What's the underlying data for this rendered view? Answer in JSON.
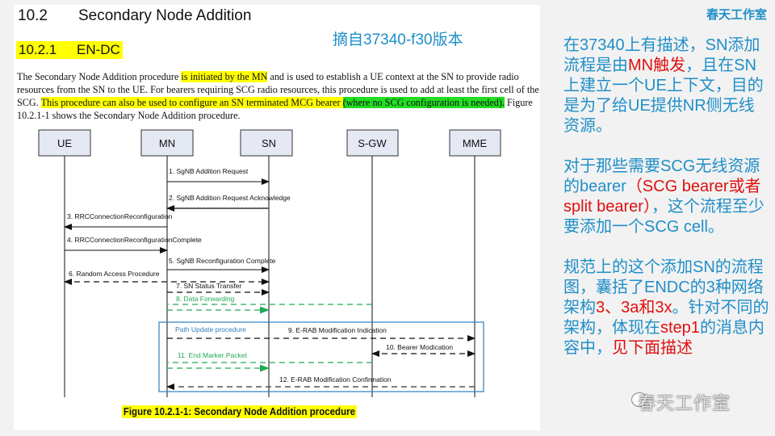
{
  "document": {
    "section_number": "10.2",
    "section_title": "Secondary Node Addition",
    "subsection_number": "10.2.1",
    "subsection_title": "EN-DC",
    "source_note": "摘自37340-f30版本",
    "paragraph": {
      "seg1": "The Secondary Node Addition procedure ",
      "seg2_highlight": "is initiated by the MN",
      "seg3": " and is used to establish a UE context at the SN to provide radio resources from the SN to the UE. For bearers requiring SCG radio resources, this procedure is used to add at least the first cell of the SCG. ",
      "seg4_highlight": "This procedure can also be used to configure an SN terminated MCG bearer ",
      "seg5_green": "(where no SCG configuration is needed).",
      "seg6": " Figure 10.2.1-1 shows the Secondary Node Addition procedure."
    },
    "figure_caption": "Figure 10.2.1-1: Secondary Node Addition procedure"
  },
  "diagram": {
    "entities": [
      "UE",
      "MN",
      "SN",
      "S-GW",
      "MME"
    ],
    "messages": [
      {
        "label": "1. SgNB Addition Request",
        "from": "MN",
        "to": "SN",
        "style": "solid"
      },
      {
        "label": "2. SgNB Addition Request Acknowledge",
        "from": "SN",
        "to": "MN",
        "style": "solid-gray"
      },
      {
        "label": "3. RRCConnectionReconfiguration",
        "from": "MN",
        "to": "UE",
        "style": "solid"
      },
      {
        "label": "4. RRCConnectionReconfigurationComplete",
        "from": "UE",
        "to": "MN",
        "style": "solid"
      },
      {
        "label": "5. SgNB Reconfiguration Complete",
        "from": "MN",
        "to": "SN",
        "style": "solid"
      },
      {
        "label": "6. Random Access Procedure",
        "from": "UE",
        "to": "SN",
        "style": "dashed-bidirectional"
      },
      {
        "label": "7. SN Status Transfer",
        "from": "MN",
        "to": "SN",
        "style": "dashed"
      },
      {
        "label": "8. Data Forwarding",
        "from": "S-GW",
        "to": "SN",
        "style": "dashed-green"
      },
      {
        "label": "9. E-RAB  Modification Indication",
        "from": "MN",
        "to": "MME",
        "style": "dashed"
      },
      {
        "label": "10. Bearer Modication",
        "from": "S-GW",
        "to": "MME",
        "style": "dashed-bidirectional"
      },
      {
        "label": "11. End Marker Packet",
        "from": "S-GW",
        "to": "SN",
        "style": "dashed-green"
      },
      {
        "label": "12. E-RAB Modification Confirmation",
        "from": "MME",
        "to": "MN",
        "style": "dashed"
      }
    ],
    "group_label": "Path Update procedure"
  },
  "sidebar": {
    "brand": "春天工作室",
    "note1": {
      "a": "在37340上有描述，SN添加流程是由",
      "b_red": "MN触发",
      "c": "，且在SN上建立一个UE上下文，目的是为了给UE提供NR侧无线资源。"
    },
    "note2": {
      "a": "对于那些需要SCG无线资源的bearer",
      "b_red": "（SCG bearer或者split bearer）",
      "c": "，这个流程至少要添加一个SCG cell。"
    },
    "note3": {
      "a": "规范上的这个添加SN的流程图，囊括了ENDC的3种网络架构",
      "b_red": "3、3a和3x",
      "c": "。针对不同的架构，体现在",
      "d_red": "step1",
      "e": "的消息内容中，",
      "f_red": "见下面描述"
    },
    "watermark": "春天工作室"
  },
  "colors": {
    "accent_blue": "#1f8fc8",
    "accent_red": "#e01010",
    "highlight_yellow": "#ffff00",
    "highlight_green": "#22dd22",
    "flow_green": "#22aa55",
    "entity_box_fill": "#e4e9f4",
    "group_box": "#2e7fbf"
  }
}
